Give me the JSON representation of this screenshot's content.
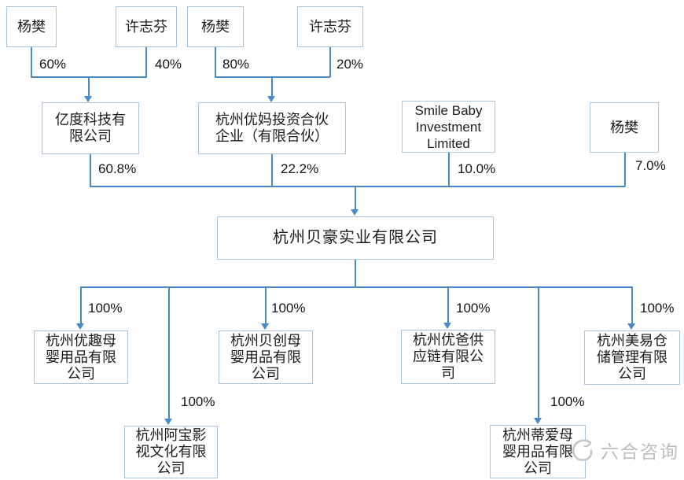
{
  "diagram_type": "equity-structure-chart",
  "nodes": {
    "yangfan_a": {
      "label": "杨樊"
    },
    "xuzhifen_a": {
      "label": "许志芬"
    },
    "yangfan_b": {
      "label": "杨樊"
    },
    "xuzhifen_b": {
      "label": "许志芬"
    },
    "yidu": {
      "label": "亿度科技有\n限公司"
    },
    "youma": {
      "label": "杭州优妈投资合伙\n企业（有限合伙）"
    },
    "smilebaby": {
      "label": "Smile Baby\nInvestment\nLimited"
    },
    "yangfan_c": {
      "label": "杨樊"
    },
    "beihao": {
      "label": "杭州贝豪实业有限公司"
    },
    "youqu": {
      "label": "杭州优趣母\n婴用品有限\n公司"
    },
    "beichuang": {
      "label": "杭州贝创母\n婴用品有限\n公司"
    },
    "youba": {
      "label": "杭州优爸供\n应链有限公\n司"
    },
    "meiyi": {
      "label": "杭州美易仓\n储管理有限\n公司"
    },
    "abao": {
      "label": "杭州阿宝影\n视文化有限\n公司"
    },
    "diai": {
      "label": "杭州蒂爱母\n婴用品有限\n公司"
    }
  },
  "edges": [
    {
      "from": "杨樊",
      "to": "亿度科技有限公司",
      "label": "60%"
    },
    {
      "from": "许志芬",
      "to": "亿度科技有限公司",
      "label": "40%"
    },
    {
      "from": "杨樊",
      "to": "杭州优妈投资合伙企业（有限合伙）",
      "label": "80%"
    },
    {
      "from": "许志芬",
      "to": "杭州优妈投资合伙企业（有限合伙）",
      "label": "20%"
    },
    {
      "from": "亿度科技有限公司",
      "to": "杭州贝豪实业有限公司",
      "label": "60.8%"
    },
    {
      "from": "杭州优妈投资合伙企业（有限合伙）",
      "to": "杭州贝豪实业有限公司",
      "label": "22.2%"
    },
    {
      "from": "Smile Baby Investment Limited",
      "to": "杭州贝豪实业有限公司",
      "label": "10.0%"
    },
    {
      "from": "杨樊",
      "to": "杭州贝豪实业有限公司",
      "label": "7.0%"
    },
    {
      "from": "杭州贝豪实业有限公司",
      "to": "杭州优趣母婴用品有限公司",
      "label": "100%"
    },
    {
      "from": "杭州贝豪实业有限公司",
      "to": "杭州阿宝影视文化有限公司",
      "label": "100%"
    },
    {
      "from": "杭州贝豪实业有限公司",
      "to": "杭州贝创母婴用品有限公司",
      "label": "100%"
    },
    {
      "from": "杭州贝豪实业有限公司",
      "to": "杭州优爸供应链有限公司",
      "label": "100%"
    },
    {
      "from": "杭州贝豪实业有限公司",
      "to": "杭州蒂爱母婴用品有限公司",
      "label": "100%"
    },
    {
      "from": "杭州贝豪实业有限公司",
      "to": "杭州美易仓储管理有限公司",
      "label": "100%"
    }
  ],
  "watermark": {
    "text": "六合咨询",
    "icon": "swirl-logo-icon"
  },
  "colors": {
    "connector": "#4a8ac4",
    "box_border": "#a9c4dc",
    "text": "#1c1c1c",
    "watermark": "#bdbdbd",
    "background": "#ffffff"
  }
}
